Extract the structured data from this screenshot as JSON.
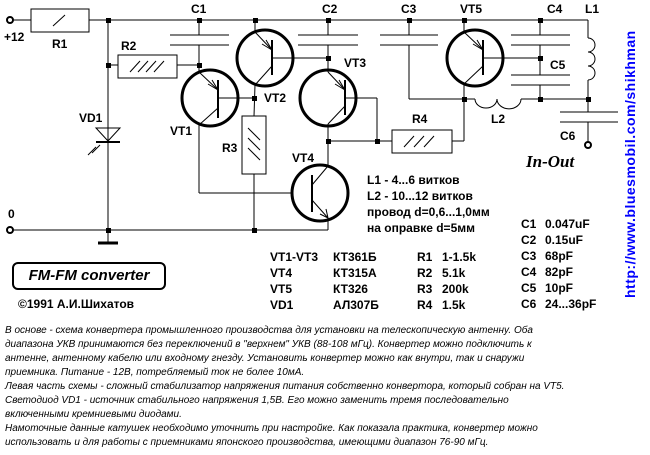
{
  "schematic": {
    "terminals": {
      "plus": "+12",
      "zero": "0",
      "in_out": "In-Out"
    },
    "labels": {
      "R1": "R1",
      "R2": "R2",
      "R3": "R3",
      "R4": "R4",
      "C1": "C1",
      "C2": "C2",
      "C3": "C3",
      "C4": "C4",
      "C5": "C5",
      "C6": "C6",
      "L1": "L1",
      "L2": "L2",
      "VT1": "VT1",
      "VT2": "VT2",
      "VT3": "VT3",
      "VT4": "VT4",
      "VT5": "VT5",
      "VD1": "VD1"
    }
  },
  "title": {
    "name": "FM-FM converter",
    "copyright": "©1991 А.И.Шихатов"
  },
  "url": "http://www.bluesmobil.com/shikhman",
  "url_color": "#0000ff",
  "coil_notes": [
    "L1 - 4...6 витков",
    "L2 - 10...12 витков",
    "провод d=0,6...1,0мм",
    "на оправке d=5мм"
  ],
  "parts": {
    "transistors": [
      [
        "VT1-VT3",
        "КТ361Б"
      ],
      [
        "VT4",
        "КТ315А"
      ],
      [
        "VT5",
        "КТ326"
      ],
      [
        "VD1",
        "АЛ307Б"
      ]
    ],
    "resistors": [
      [
        "R1",
        "1-1.5k"
      ],
      [
        "R2",
        "5.1k"
      ],
      [
        "R3",
        "200k"
      ],
      [
        "R4",
        "1.5k"
      ]
    ],
    "capacitors": [
      [
        "C1",
        "0.047uF"
      ],
      [
        "C2",
        "0.15uF"
      ],
      [
        "C3",
        "68pF"
      ],
      [
        "C4",
        "82pF"
      ],
      [
        "C5",
        "10pF"
      ],
      [
        "C6",
        "24...36pF"
      ]
    ]
  },
  "description": [
    "В основе - схема конвертера промышленного производства для установки на телескопическую антенну. Оба",
    "диапазона УКВ принимаются без  переключений в \"верхнем\" УКВ (88-108 мГц). Конвертер можно подключить  к",
    "антенне, антенному кабелю или входному гнезду. Установить конвертер можно как внутри, так и снаружи",
    "приемника. Питание - 12В, потребляемый ток не более 10мА.",
    "Левая часть схемы - сложный стабилизатор напряжения питания собственно конвертора, который собран на VT5.",
    "Светодиод VD1 - источник стабильного напряжения 1,5В. Его можно заменить тремя последовательно",
    "включенными кремниевыми диодами.",
    "Намоточные данные катушек необходимо уточнить при настройке. Как показала практика, конвертер можно",
    "использовать и для работы с приемниками японского производства, имеющими диапазон 76-90 мГц."
  ]
}
